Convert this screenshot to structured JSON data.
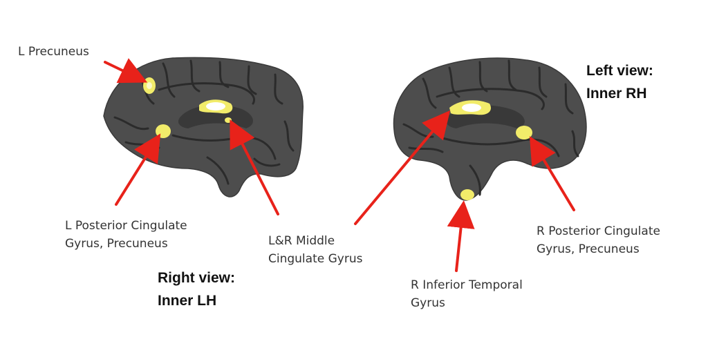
{
  "labels": {
    "l_precuneus": "L Precuneus",
    "l_posterior_cingulate": [
      "L Posterior Cingulate",
      "Gyrus, Precuneus"
    ],
    "lr_middle_cingulate": [
      "L&R Middle",
      "Cingulate Gyrus"
    ],
    "r_inferior_temporal": [
      "R Inferior Temporal",
      "Gyrus"
    ],
    "r_posterior_cingulate": [
      "R Posterior Cingulate",
      "Gyrus, Precuneus"
    ]
  },
  "views": {
    "right_view": [
      "Right view:",
      "Inner LH"
    ],
    "left_view": [
      "Left view:",
      "Inner RH"
    ]
  },
  "colors": {
    "cortex": "#4d4d4d",
    "sulcus": "#2b2b2b",
    "activation": "#f2ec6a",
    "activation_core": "#ffffff",
    "arrow": "#e8221a",
    "label_text": "#333333",
    "view_text": "#111111"
  },
  "icons": {
    "brain_left": "inner-left-hemisphere-icon",
    "brain_right": "inner-right-hemisphere-icon"
  }
}
